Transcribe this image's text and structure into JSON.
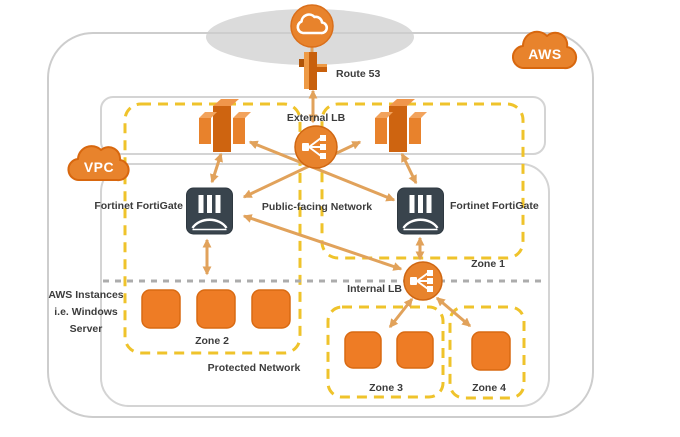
{
  "badges": {
    "aws": "AWS",
    "vpc": "VPC"
  },
  "nodes": {
    "internet": "internet-cloud",
    "route53": "Route 53",
    "external_lb": "External LB",
    "internal_lb": "Internal LB",
    "fortigate_left": "Fortinet FortiGate",
    "fortigate_right": "Fortinet FortiGate"
  },
  "networks": {
    "public": "Public-facing Network",
    "protected": "Protected Network"
  },
  "zones": {
    "z1": "Zone 1",
    "z2": "Zone 2",
    "z3": "Zone 3",
    "z4": "Zone 4"
  },
  "notes": {
    "aws_instances": [
      "AWS Instances",
      "i.e. Windows",
      "Server"
    ]
  },
  "colors": {
    "aws_orange": "#E8832C",
    "orange_dark": "#C8600C",
    "instance_orange": "#EE7C25",
    "zone_dashed_yellow": "#EFC32B",
    "arrow_tan": "#E1A25B",
    "fortigate_slate": "#39444D",
    "frame_gray": "#CDCDCD",
    "divider_gray": "#ACACAC"
  }
}
